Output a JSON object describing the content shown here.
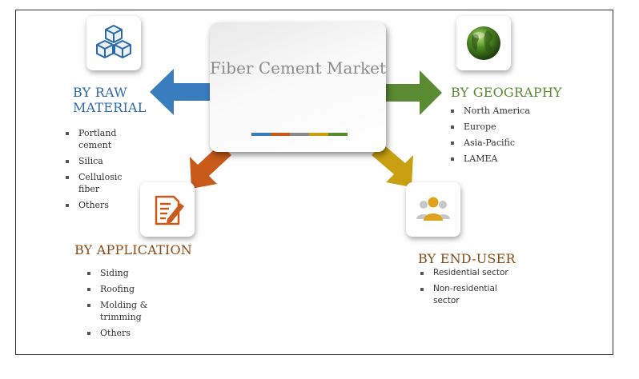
{
  "center": {
    "title": "Fiber Cement Market"
  },
  "colors": {
    "blue": "#3a7dbf",
    "green": "#5a8a32",
    "orange": "#c85a1a",
    "gold": "#c9a012",
    "gray": "#8a8a8a"
  },
  "raw_material": {
    "heading": "BY RAW MATERIAL",
    "icon": "cubes-icon",
    "items": [
      "Portland cement",
      "Silica",
      "Cellulosic fiber",
      "Others"
    ]
  },
  "geography": {
    "heading": "BY GEOGRAPHY",
    "icon": "globe-icon",
    "items": [
      "North America",
      "Europe",
      "Asia-Pacific",
      "LAMEA"
    ]
  },
  "application": {
    "heading": "BY APPLICATION",
    "icon": "document-edit-icon",
    "items": [
      "Siding",
      "Roofing",
      "Molding & trimming",
      "Others"
    ]
  },
  "end_user": {
    "heading": "BY END-USER",
    "icon": "users-icon",
    "items": [
      "Residential sector",
      "Non-residential sector"
    ]
  }
}
